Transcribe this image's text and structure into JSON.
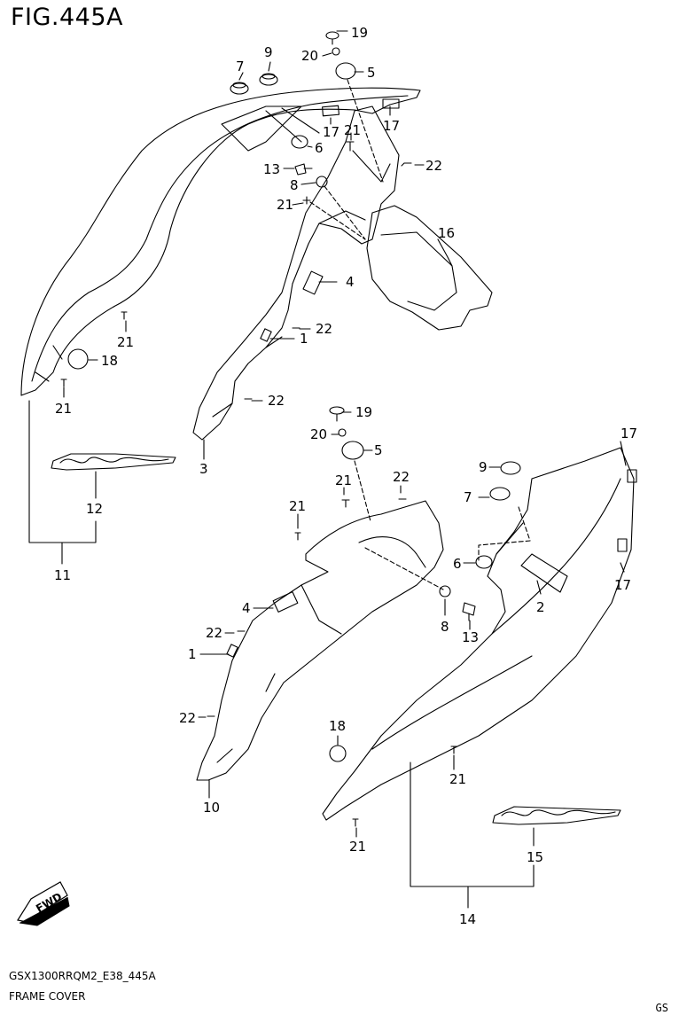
{
  "figure": {
    "title": "FIG.445A",
    "code": "GSX1300RRQM2_E38_445A",
    "name": "FRAME COVER",
    "corner_mark": "GS",
    "fwd_label": "FWD"
  },
  "callouts": [
    {
      "id": "c19a",
      "num": "19"
    },
    {
      "id": "c20a",
      "num": "20"
    },
    {
      "id": "c5a",
      "num": "5"
    },
    {
      "id": "c7a",
      "num": "7"
    },
    {
      "id": "c9a",
      "num": "9"
    },
    {
      "id": "c17a",
      "num": "17"
    },
    {
      "id": "c17b",
      "num": "17"
    },
    {
      "id": "c21a",
      "num": "21"
    },
    {
      "id": "c6a",
      "num": "6"
    },
    {
      "id": "c13a",
      "num": "13"
    },
    {
      "id": "c22a",
      "num": "22"
    },
    {
      "id": "c8a",
      "num": "8"
    },
    {
      "id": "c21b",
      "num": "21"
    },
    {
      "id": "c16",
      "num": "16"
    },
    {
      "id": "c4a",
      "num": "4"
    },
    {
      "id": "c22b",
      "num": "22"
    },
    {
      "id": "c1a",
      "num": "1"
    },
    {
      "id": "c21c",
      "num": "21"
    },
    {
      "id": "c18a",
      "num": "18"
    },
    {
      "id": "c21d",
      "num": "21"
    },
    {
      "id": "c22c",
      "num": "22"
    },
    {
      "id": "c3",
      "num": "3"
    },
    {
      "id": "c12",
      "num": "12"
    },
    {
      "id": "c11",
      "num": "11"
    },
    {
      "id": "c19b",
      "num": "19"
    },
    {
      "id": "c20b",
      "num": "20"
    },
    {
      "id": "c5b",
      "num": "5"
    },
    {
      "id": "c21e",
      "num": "21"
    },
    {
      "id": "c22d",
      "num": "22"
    },
    {
      "id": "c21f",
      "num": "21"
    },
    {
      "id": "c17c",
      "num": "17"
    },
    {
      "id": "c9b",
      "num": "9"
    },
    {
      "id": "c7b",
      "num": "7"
    },
    {
      "id": "c6b",
      "num": "6"
    },
    {
      "id": "c17d",
      "num": "17"
    },
    {
      "id": "c2",
      "num": "2"
    },
    {
      "id": "c4b",
      "num": "4"
    },
    {
      "id": "c8b",
      "num": "8"
    },
    {
      "id": "c13b",
      "num": "13"
    },
    {
      "id": "c22e",
      "num": "22"
    },
    {
      "id": "c1b",
      "num": "1"
    },
    {
      "id": "c22f",
      "num": "22"
    },
    {
      "id": "c10",
      "num": "10"
    },
    {
      "id": "c18b",
      "num": "18"
    },
    {
      "id": "c21g",
      "num": "21"
    },
    {
      "id": "c21h",
      "num": "21"
    },
    {
      "id": "c15",
      "num": "15"
    },
    {
      "id": "c14",
      "num": "14"
    }
  ]
}
